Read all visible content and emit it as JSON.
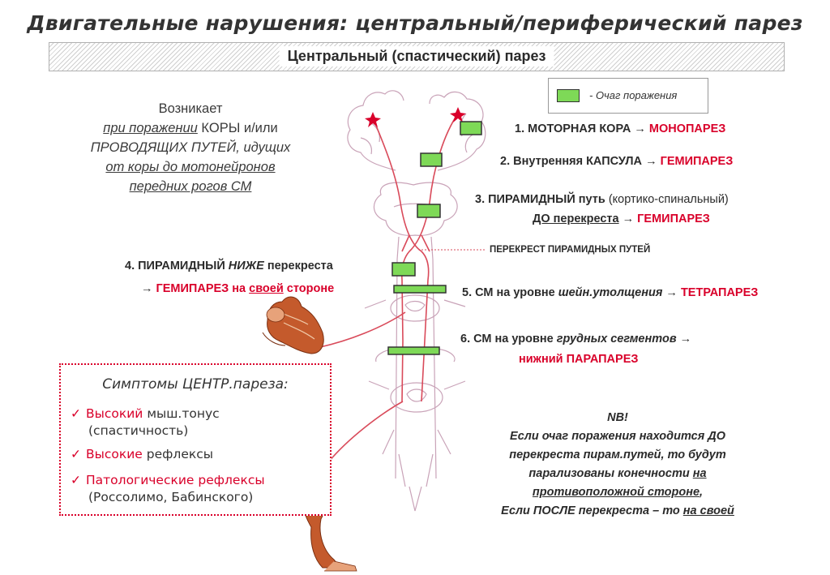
{
  "title": "Двигательные нарушения: центральный/периферический парез",
  "banner": "Центральный (спастический) парез",
  "intro": {
    "line1": "Возникает",
    "line2_a": "при поражении",
    "line2_b": " КОРЫ и/или",
    "line3": "ПРОВОДЯЩИХ ПУТЕЙ, идущих",
    "line4": "от коры до мотонейронов",
    "line5": "передних рогов СМ"
  },
  "legend": {
    "text": "- Очаг поражения",
    "color": "#7ed957"
  },
  "levels": {
    "l1": {
      "text": "1. МОТОРНАЯ КОРА",
      "arrow": "→",
      "result": "МОНОПАРЕЗ"
    },
    "l2": {
      "text": "2. Внутренняя КАПСУЛА",
      "arrow": "→",
      "result": "ГЕМИПАРЕЗ"
    },
    "l3": {
      "text": "3. ПИРАМИДНЫЙ путь",
      "note": "(кортико-спинальный)",
      "line2_a": "ДО перекреста",
      "arrow": "→",
      "result": "ГЕМИПАРЕЗ"
    },
    "decussation": "ПЕРЕКРЕСТ ПИРАМИДНЫХ ПУТЕЙ",
    "l4": {
      "text_a": "4. ПИРАМИДНЫЙ ",
      "text_b": "НИЖЕ",
      "text_c": " перекреста",
      "arrow": "→",
      "result_a": "ГЕМИПАРЕЗ на ",
      "result_b": "своей",
      "result_c": " стороне"
    },
    "l5": {
      "text_a": "5. СМ на уровне ",
      "text_b": "шейн.утолщения",
      "arrow": "→",
      "result": "ТЕТРАПАРЕЗ"
    },
    "l6": {
      "text_a": "6. СМ на уровне ",
      "text_b": "грудных сегментов",
      "arrow": "→",
      "result": "нижний  ПАРАПАРЕЗ"
    }
  },
  "symptoms": {
    "title": "Симптомы ЦЕНТР.пареза:",
    "check": "✓",
    "items": [
      {
        "red": "Высокий",
        "rest": " мыш.тонус",
        "line2": "(спастичность)"
      },
      {
        "red": "Высокие",
        "rest": " рефлексы"
      },
      {
        "red": "Патологические рефлексы",
        "line2": "(Россолимо, Бабинского)"
      }
    ]
  },
  "nb": {
    "head": "NB!",
    "line1": "Если очаг поражения находится ДО",
    "line2": "перекреста пирам.путей, то будут",
    "line3_a": "парализованы конечности ",
    "line3_b": "на",
    "line4": "противоположной стороне",
    "line4_tail": ",",
    "line5_a": "Если ПОСЛЕ перекреста – то ",
    "line5_b": "на своей"
  },
  "colors": {
    "accent": "#d9002a",
    "lesion": "#7ed957",
    "pathway": "#d94a5a",
    "outline": "#c9a3b8"
  }
}
